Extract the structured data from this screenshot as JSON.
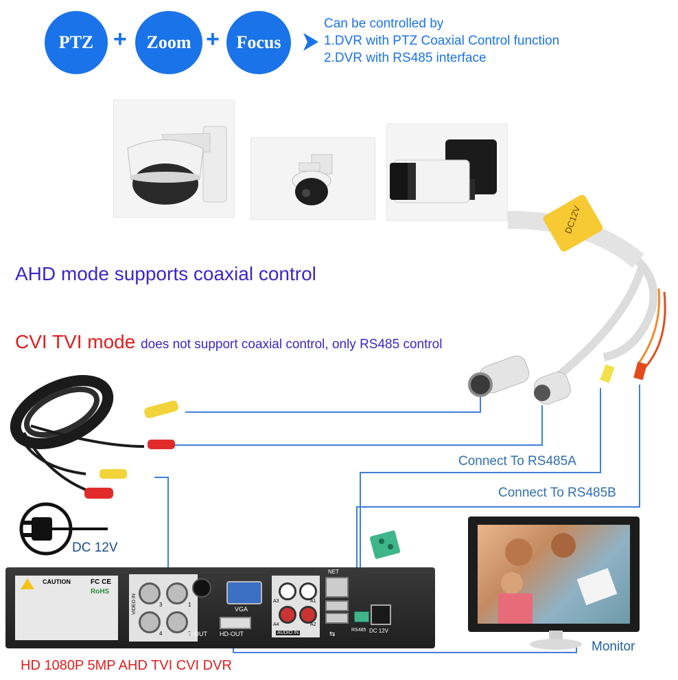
{
  "header": {
    "features": [
      "PTZ",
      "Zoom",
      "Focus"
    ],
    "plus": "+",
    "control_intro": "Can be controlled by",
    "control_options": [
      "1.DVR with PTZ Coaxial Control function",
      "2.DVR with RS485 interface"
    ]
  },
  "modes": {
    "ahd": "AHD mode supports coaxial control",
    "cvi_tvi_prefix": "CVI TVI mode",
    "cvi_tvi_suffix": "does not support coaxial control, only RS485 control"
  },
  "labels": {
    "rs485a": "Connect To RS485A",
    "rs485b": "Connect To RS485B",
    "dc": "DC 12V",
    "monitor": "Monitor",
    "dvr": "HD 1080P 5MP AHD TVI CVI DVR",
    "cable_tag": "DC12V"
  },
  "dvr_panel": {
    "caution": "CAUTION",
    "cert_fcc": "FC CE",
    "cert_rohs": "RoHS",
    "video_in": "VIDEO IN",
    "bnc_numbers": [
      "3",
      "1",
      "4",
      "2"
    ],
    "a_out": "A-OUT",
    "vga": "VGA",
    "hdout": "HD-OUT",
    "audio_in": "AUDIO IN",
    "audio_ports": [
      "A3",
      "A1",
      "A4",
      "A2"
    ],
    "net": "NET",
    "rs485": "RS485",
    "dc12v": "DC 12V"
  },
  "colors": {
    "accent_blue": "#1a73e8",
    "mode_purple": "#3b26c9",
    "mode_red": "#e11d1d",
    "wire_blue": "#3d7fd6",
    "label_blue": "#2e6fb0"
  }
}
